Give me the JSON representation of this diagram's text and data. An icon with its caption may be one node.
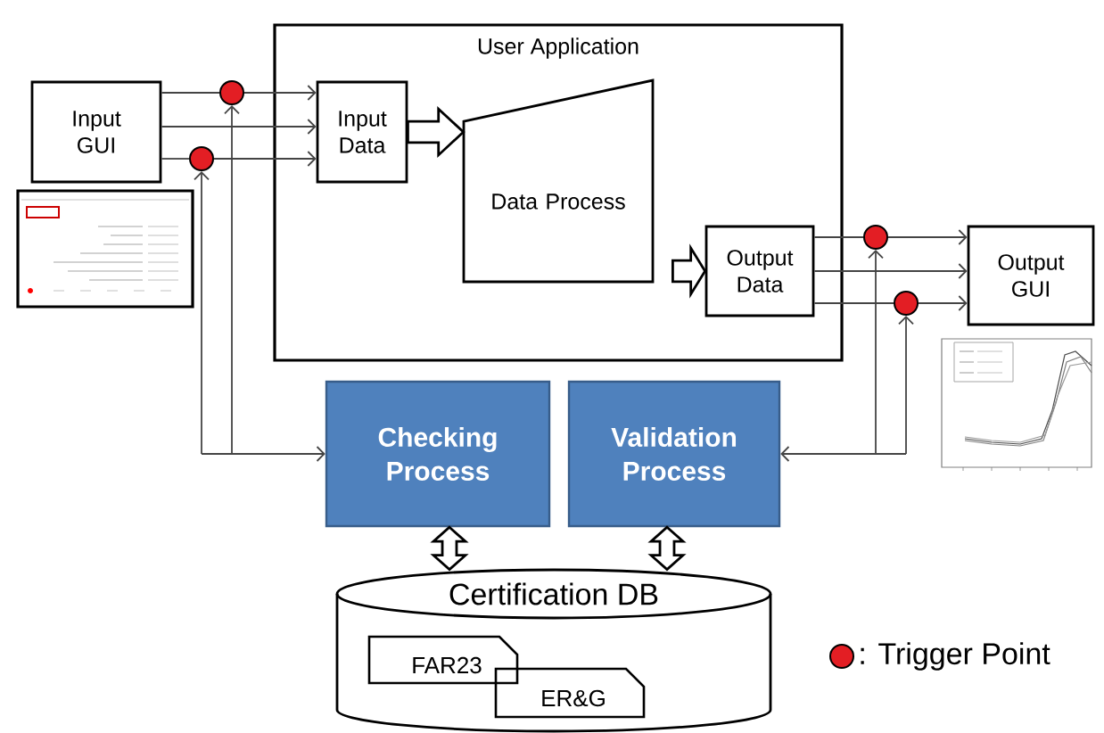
{
  "diagram": {
    "nodes": [
      {
        "text": [
          "Input GUI"
        ]
      },
      {
        "text": [
          "User Application"
        ]
      },
      {
        "text": [
          "Input Data"
        ],
        "in": 1
      },
      {
        "text": [
          "Data Process"
        ],
        "in": 1
      },
      {
        "text": [
          "Output Data"
        ],
        "in": 1
      },
      {
        "text": [
          "Output GUI"
        ]
      },
      {
        "text": [
          "Checking Process"
        ]
      },
      {
        "text": [
          "Validation Process"
        ]
      },
      {
        "text": [
          "Certification DB"
        ]
      },
      {
        "text": [
          "FAR23"
        ],
        "in": 8
      },
      {
        "text": [
          "ER&G"
        ],
        "in": 8
      },
      {
        "text": [],
        "shape": "circle"
      },
      {
        "text": [],
        "shape": "circle"
      },
      {
        "text": [],
        "shape": "circle"
      },
      {
        "text": [],
        "shape": "circle"
      }
    ],
    "edges": [
      {
        "from": 0,
        "to": 12,
        "arrow": "none"
      },
      {
        "from": 12,
        "to": 2,
        "arrow": "to"
      },
      {
        "from": 0,
        "to": 2,
        "arrow": "to"
      },
      {
        "from": 0,
        "to": 11,
        "arrow": "none"
      },
      {
        "from": 11,
        "to": 2,
        "arrow": "to"
      },
      {
        "from": 2,
        "to": 3,
        "arrow": "to",
        "style": "thick"
      },
      {
        "from": 3,
        "to": 4,
        "arrow": "to",
        "style": "thick"
      },
      {
        "from": 4,
        "to": 13,
        "arrow": "none"
      },
      {
        "from": 13,
        "to": 5,
        "arrow": "to"
      },
      {
        "from": 4,
        "to": 5,
        "arrow": "to"
      },
      {
        "from": 4,
        "to": 14,
        "arrow": "none"
      },
      {
        "from": 14,
        "to": 5,
        "arrow": "to"
      },
      {
        "from": 11,
        "to": 6,
        "arrow": "both"
      },
      {
        "from": 12,
        "to": 6,
        "arrow": "both"
      },
      {
        "from": 13,
        "to": 7,
        "arrow": "both"
      },
      {
        "from": 14,
        "to": 7,
        "arrow": "both"
      },
      {
        "from": 6,
        "to": 8,
        "arrow": "both",
        "style": "thick"
      },
      {
        "from": 7,
        "to": 8,
        "arrow": "both",
        "style": "thick"
      }
    ],
    "legend": [
      {
        "text": ": Trigger Point",
        "color": "#e31e24"
      }
    ]
  }
}
